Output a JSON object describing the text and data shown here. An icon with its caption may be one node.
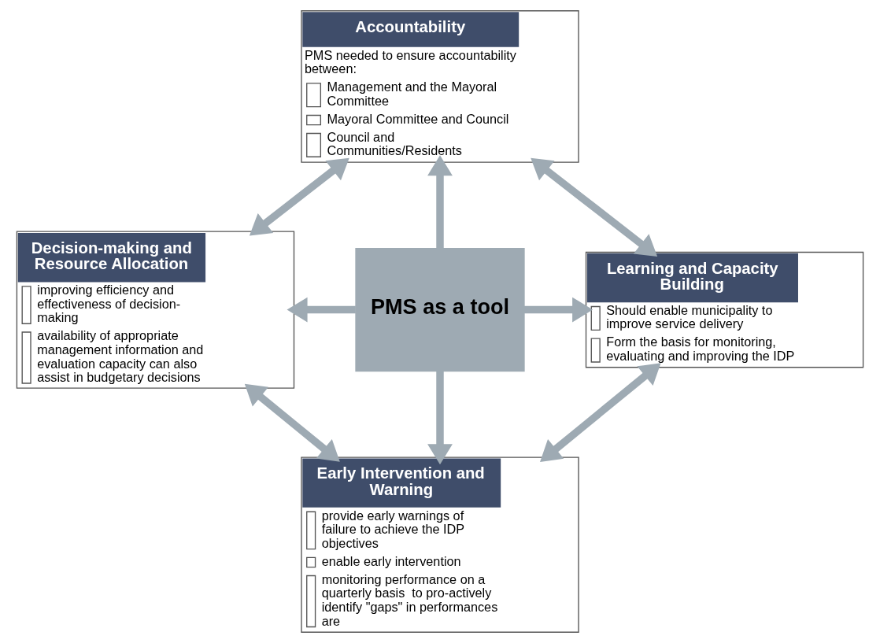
{
  "diagram": {
    "nodes": [
      {
        "text": [
          "Accountability",
          "PMS needed to ensure accountability between:",
          "Management and the Mayoral Committee",
          "Mayoral Committee and Council",
          "Council and Communities/Residents"
        ]
      },
      {
        "text": [
          "Decision-making and Resource Allocation",
          "improving efficiency and effectiveness of decision- making",
          "availability of appropriate management information and evaluation capacity can also assist in budgetary decisions"
        ]
      },
      {
        "text": [
          "PMS as a tool"
        ]
      },
      {
        "text": [
          "Learning and Capacity Building",
          "Should enable municipality to improve service delivery",
          "Form the basis for monitoring, evaluating and improving the IDP"
        ]
      },
      {
        "text": [
          "Early Intervention and Warning",
          "provide early warnings of failure to achieve the IDP objectives",
          "enable early intervention",
          "monitoring performance on a quarterly basis  to pro-actively identify \"gaps\" in performances are"
        ]
      }
    ],
    "edges": [
      {
        "from": 2,
        "to": 0,
        "arrow": "to"
      },
      {
        "from": 2,
        "to": 1,
        "arrow": "to"
      },
      {
        "from": 2,
        "to": 3,
        "arrow": "to"
      },
      {
        "from": 2,
        "to": 4,
        "arrow": "to"
      },
      {
        "from": 0,
        "to": 3,
        "arrow": "both"
      },
      {
        "from": 3,
        "to": 4,
        "arrow": "both"
      },
      {
        "from": 4,
        "to": 1,
        "arrow": "both"
      },
      {
        "from": 1,
        "to": 0,
        "arrow": "both"
      }
    ]
  }
}
